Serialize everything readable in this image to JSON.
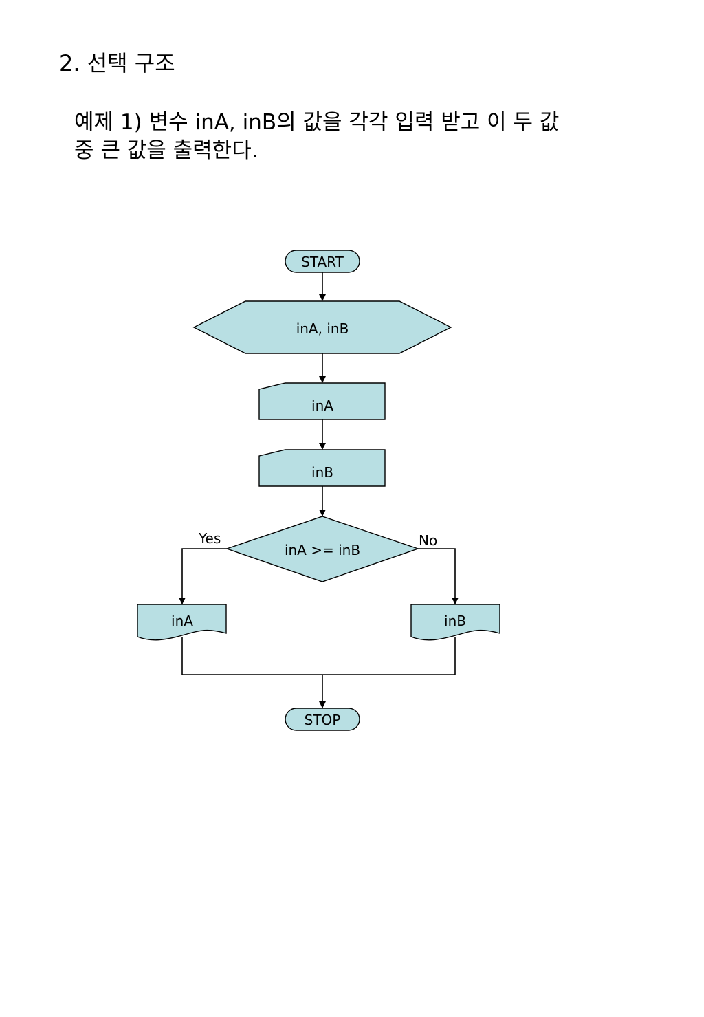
{
  "heading": "2. 선택 구조",
  "example": {
    "line1": "예제 1) 변수 inA, inB의 값을 각각 입력 받고 이 두 값",
    "line2": "중 큰 값을 출력한다."
  },
  "flowchart": {
    "start": "START",
    "preparation": "inA, inB",
    "input_a": "inA",
    "input_b": "inB",
    "decision": "inA >= inB",
    "yes_label": "Yes",
    "no_label": "No",
    "output_a": "inA",
    "output_b": "inB",
    "stop": "STOP"
  },
  "colors": {
    "shape_fill": "#b8dfe3",
    "stroke": "#000000"
  }
}
